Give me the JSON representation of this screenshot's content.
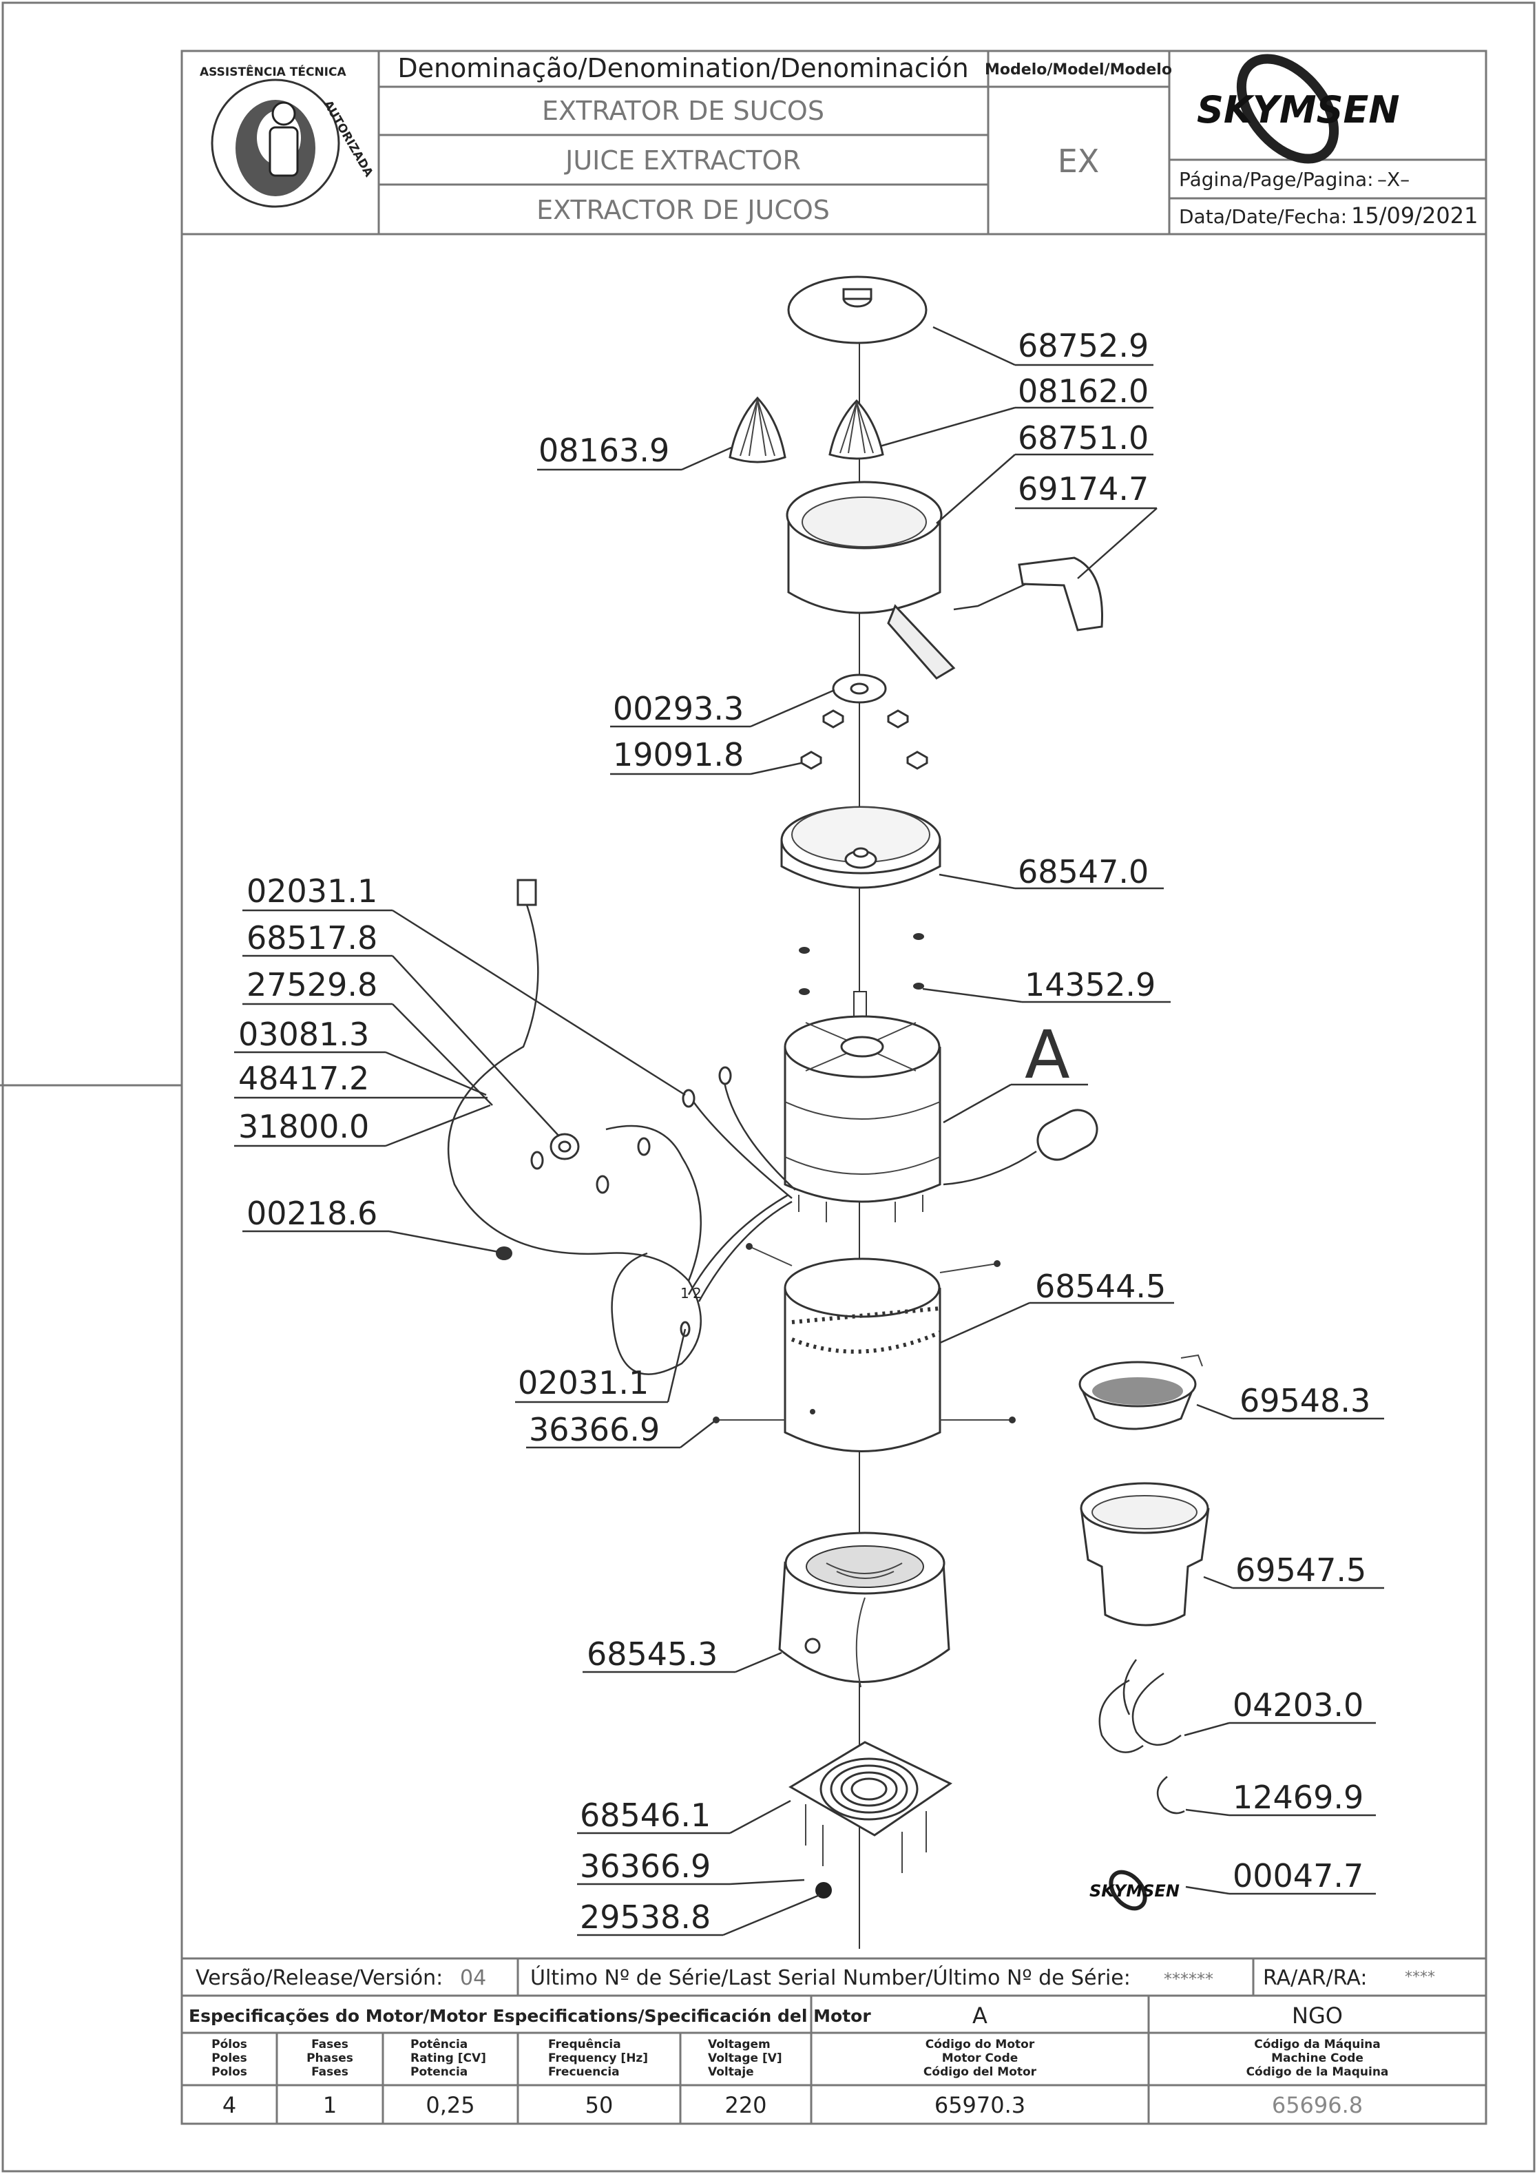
{
  "header": {
    "denomination_label": "Denominação/Denomination/Denominación",
    "model_label": "Modelo/Model/Modelo",
    "name_pt": "EXTRATOR DE SUCOS",
    "name_en": "JUICE EXTRACTOR",
    "name_es": "EXTRACTOR DE JUCOS",
    "model_value": "EX",
    "brand": "SKYMSEN",
    "page_label": "Página/Page/Pagina:",
    "page_value": "–X–",
    "date_label": "Data/Date/Fecha:",
    "date_value": "15/09/2021",
    "seal_text": "ASSISTÊNCIA TÉCNICA AUTORIZADA",
    "seal_top": "ASSISTÊNCIA TÉCNICA",
    "seal_right": "AUTORIZADA"
  },
  "diagram": {
    "callout_letter": "A",
    "wire_marks": [
      "1",
      "2"
    ],
    "logo_small": "SKYMSEN",
    "parts": [
      "68752.9",
      "08162.0",
      "08163.9",
      "68751.0",
      "69174.7",
      "00293.3",
      "19091.8",
      "68547.0",
      "14352.9",
      "02031.1",
      "68517.8",
      "27529.8",
      "03081.3",
      "48417.2",
      "31800.0",
      "00218.6",
      "68544.5",
      "02031.1",
      "36366.9",
      "69548.3",
      "69547.5",
      "68545.3",
      "04203.0",
      "12469.9",
      "68546.1",
      "36366.9",
      "00047.7",
      "29538.8"
    ]
  },
  "footer": {
    "release_label": "Versão/Release/Versión:",
    "release_value": "04",
    "serial_label": "Último Nº de Série/Last Serial Number/Último Nº de Série:",
    "serial_value": "******",
    "ra_label": "RA/AR/RA:",
    "ra_value": "****",
    "motor_spec_label": "Especificações do Motor/Motor Especifications/Specificación del Motor",
    "motor_code_letter": "A",
    "machine_code_letter": "NGO",
    "columns": [
      {
        "l1": "Pólos",
        "l2": "Poles",
        "l3": "Polos",
        "value": "4"
      },
      {
        "l1": "Fases",
        "l2": "Phases",
        "l3": "Fases",
        "value": "1"
      },
      {
        "l1": "Potência",
        "l2": "Rating [CV]",
        "l3": "Potencia",
        "value": "0,25"
      },
      {
        "l1": "Frequência",
        "l2": "Frequency [Hz]",
        "l3": "Frecuencia",
        "value": "50"
      },
      {
        "l1": "Voltagem",
        "l2": "Voltage [V]",
        "l3": "Voltaje",
        "value": "220"
      },
      {
        "l1": "Código do Motor",
        "l2": "Motor Code",
        "l3": "Código del Motor",
        "value": "65970.3"
      },
      {
        "l1": "Código da Máquina",
        "l2": "Machine Code",
        "l3": "Código de la Maquina",
        "value": "65696.8"
      }
    ]
  }
}
